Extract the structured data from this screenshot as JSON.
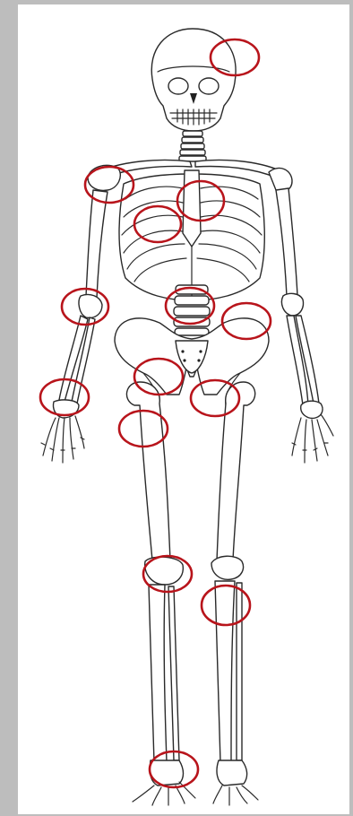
{
  "colors": {
    "border": "#bdbdbd",
    "background": "#ffffff",
    "outline": "#2a2a2a",
    "marker": "#b8141b"
  },
  "markers": [
    {
      "region": "skull"
    },
    {
      "region": "right-shoulder"
    },
    {
      "region": "sternum"
    },
    {
      "region": "right-ribs"
    },
    {
      "region": "right-elbow"
    },
    {
      "region": "lumbar-spine"
    },
    {
      "region": "left-iliac"
    },
    {
      "region": "right-hip"
    },
    {
      "region": "left-hip"
    },
    {
      "region": "right-wrist"
    },
    {
      "region": "right-femur"
    },
    {
      "region": "right-knee"
    },
    {
      "region": "left-knee"
    },
    {
      "region": "right-ankle"
    }
  ]
}
